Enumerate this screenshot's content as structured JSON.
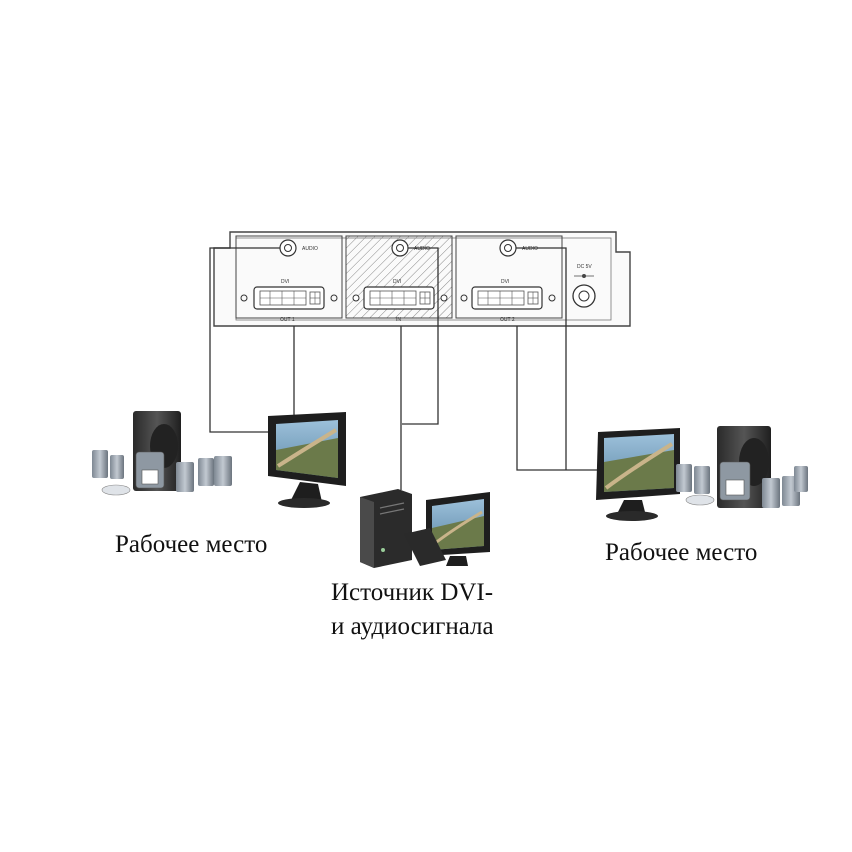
{
  "device": {
    "ports": [
      {
        "audio_label": "AUDIO",
        "dvi_label": "DVI",
        "port_label": "OUT 1"
      },
      {
        "audio_label": "AUDIO",
        "dvi_label": "DVI",
        "port_label": "IN"
      },
      {
        "audio_label": "AUDIO",
        "dvi_label": "DVI",
        "port_label": "OUT 2"
      }
    ],
    "power_label": "DC 5V"
  },
  "labels": {
    "workstation_left": "Рабочее место",
    "workstation_right": "Рабочее место",
    "source_line1": "Источник DVI-",
    "source_line2": "и аудиосигнала"
  },
  "colors": {
    "line": "#333333",
    "speaker_dark": "#3c3c3c",
    "speaker_light": "#9aa3ad",
    "monitor_frame": "#1e1e1e",
    "screen_sky": "#7aa6c6",
    "screen_ground": "#6b7a4a",
    "screen_road": "#c9b48a"
  },
  "icons": [
    "audio-jack-icon",
    "dvi-connector-icon",
    "power-jack-icon",
    "monitor-icon",
    "speaker-system-icon",
    "pc-tower-icon"
  ]
}
